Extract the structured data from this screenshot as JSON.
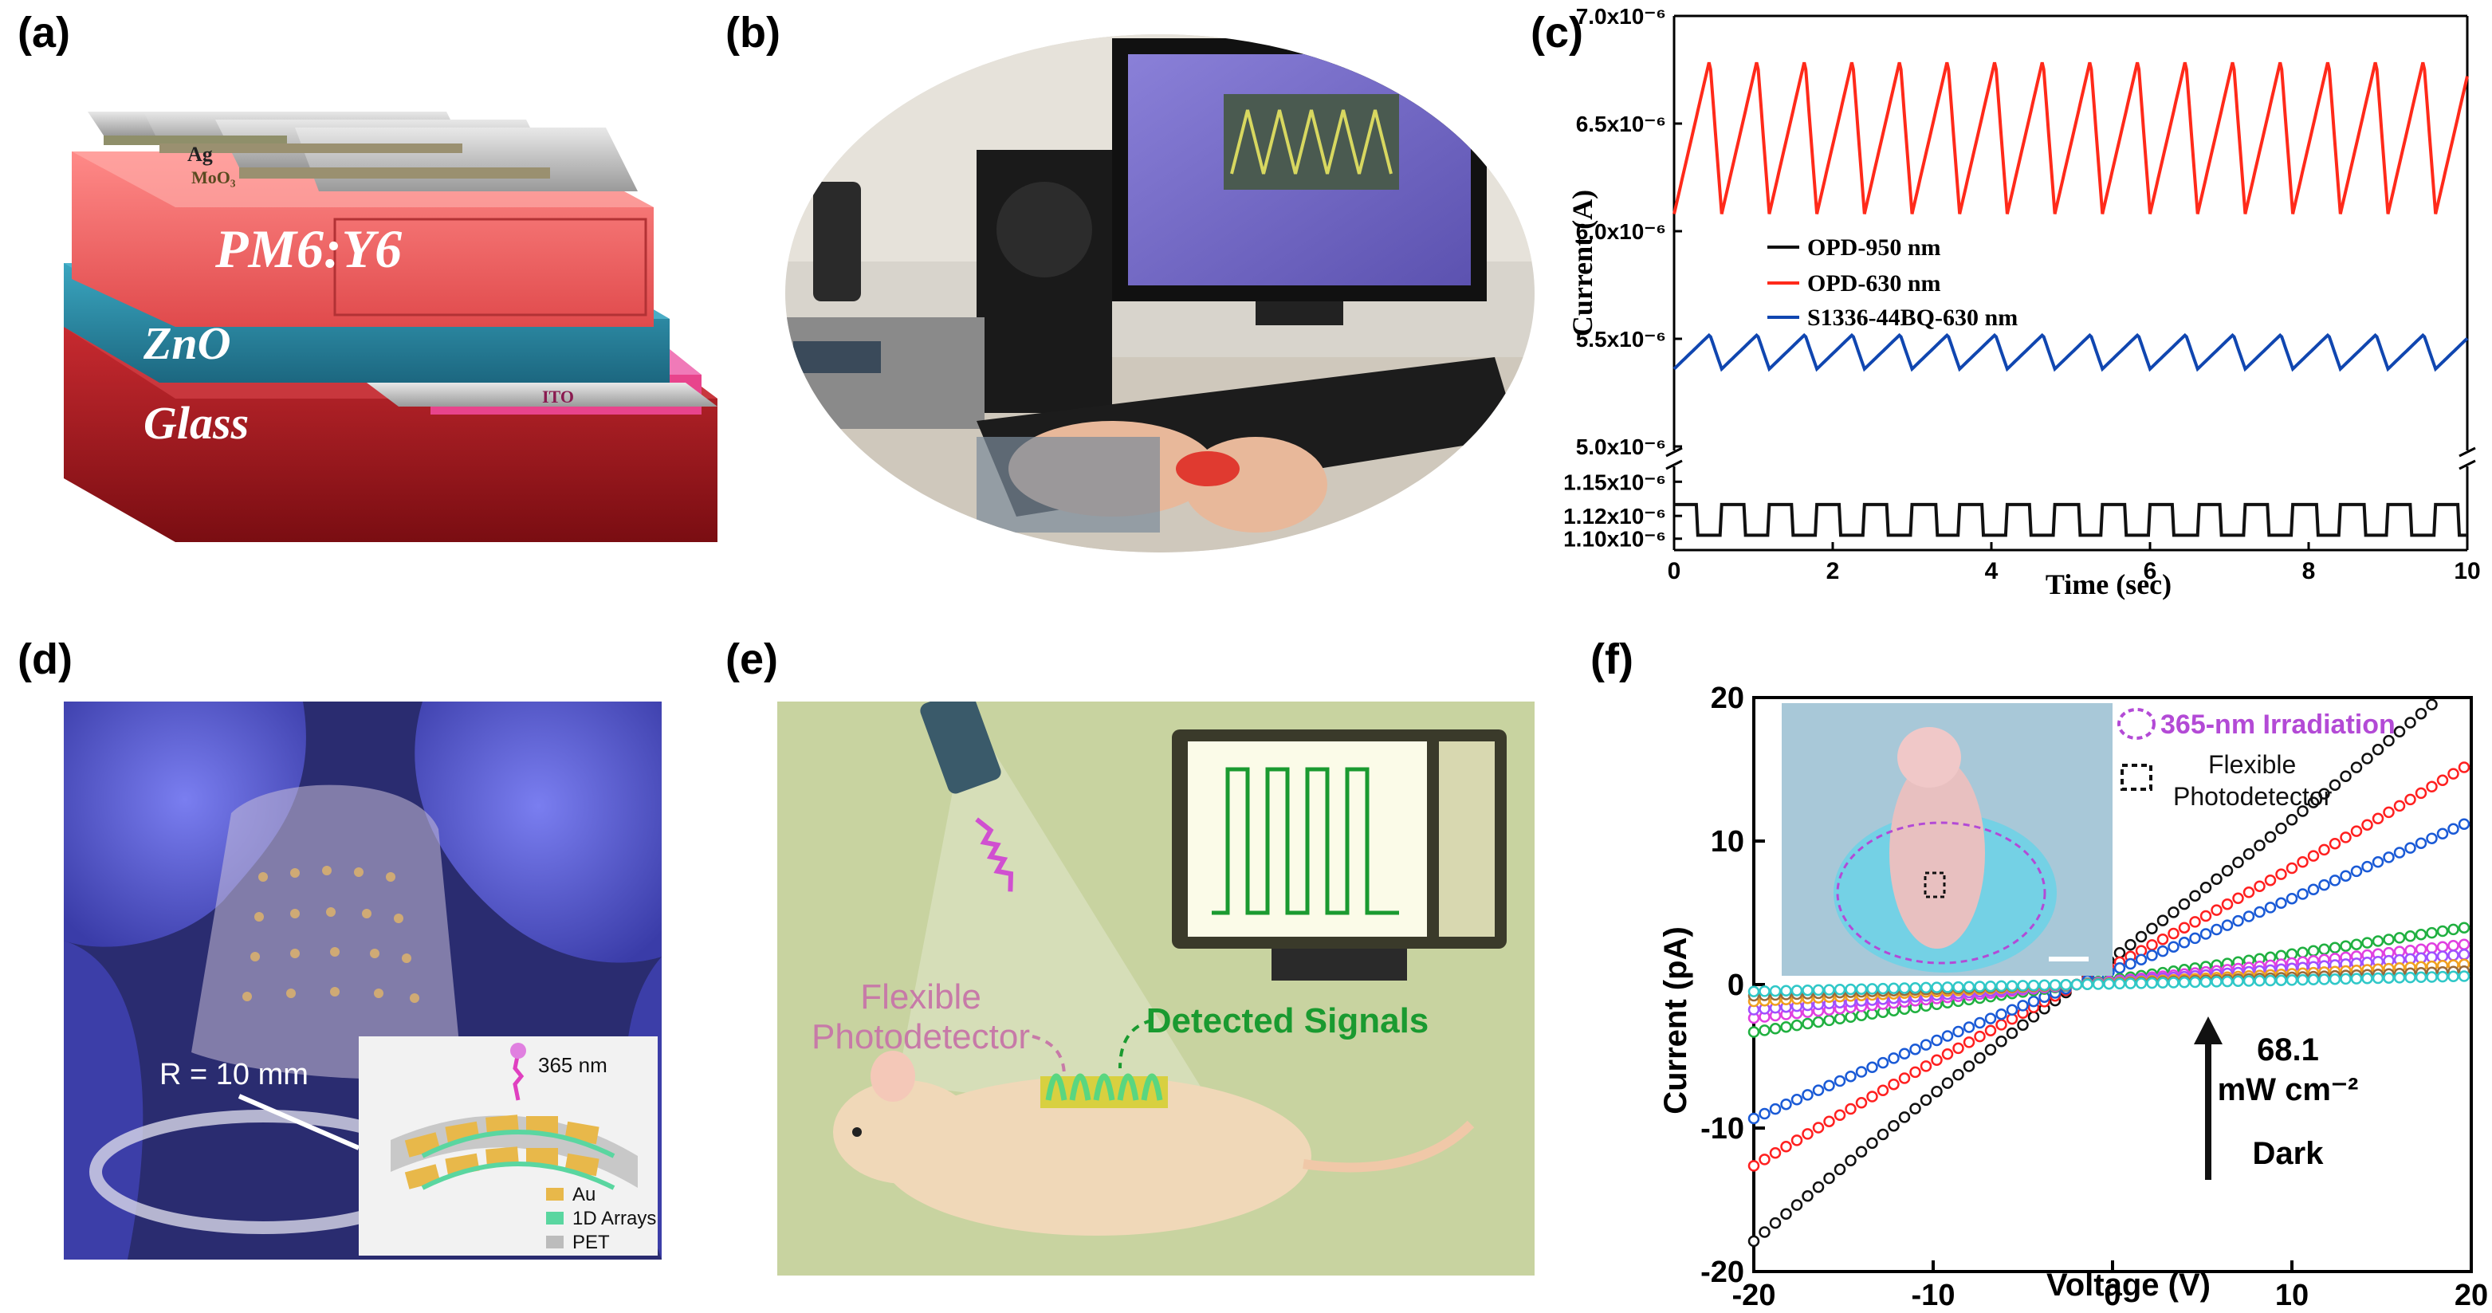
{
  "panels": {
    "a": {
      "label": "(a)",
      "layers": {
        "ag": "Ag",
        "moo3": "MoO₃",
        "active": "PM6:Y6",
        "etl": "ZnO",
        "substrate": "Glass",
        "ito": "ITO"
      },
      "colors": {
        "active": "#f06263",
        "etl": "#2a86a0",
        "substrate": "#a3151c",
        "ito": "#e8448c",
        "electrode": "#b9b9b9"
      }
    },
    "b": {
      "label": "(b)"
    },
    "c": {
      "label": "(c)",
      "ylabel": "Current (A)",
      "xlabel": "Time (sec)",
      "upper_ticks": [
        {
          "v": 5.0,
          "label": "5.0x10⁻⁶"
        },
        {
          "v": 5.5,
          "label": "5.5x10⁻⁶"
        },
        {
          "v": 6.0,
          "label": "6.0x10⁻⁶"
        },
        {
          "v": 6.5,
          "label": "6.5x10⁻⁶"
        },
        {
          "v": 7.0,
          "label": "7.0x10⁻⁶"
        }
      ],
      "lower_ticks": [
        {
          "v": 1.1,
          "label": "1.10x10⁻⁶"
        },
        {
          "v": 1.12,
          "label": "1.12x10⁻⁶"
        },
        {
          "v": 1.15,
          "label": "1.15x10⁻⁶"
        }
      ],
      "x_ticks": [
        "0",
        "2",
        "4",
        "6",
        "8",
        "10"
      ],
      "legend": [
        "OPD-950 nm",
        "OPD-630 nm",
        "S1336-44BQ-630 nm"
      ],
      "colors": {
        "black": "#111111",
        "red": "#ff2a1a",
        "blue": "#1046b0"
      }
    },
    "d": {
      "label": "(d)",
      "radius_label": "R = 10 mm",
      "wavelength": "365 nm",
      "legend": [
        "Au",
        "1D Arrays",
        "PET"
      ],
      "colors": {
        "glove": "#5b5fd6",
        "au": "#e8b84a",
        "arrays": "#5ad6a0",
        "pet": "#bcbcbc"
      }
    },
    "e": {
      "label": "(e)",
      "detector_label_1": "Flexible",
      "detector_label_2": "Photodetector",
      "signal_label": "Detected Signals",
      "colors": {
        "background": "#c8d3a0",
        "mouse": "#f0d8b8",
        "signal": "#1a9a30",
        "detector": "#c77aa8"
      }
    },
    "f": {
      "label": "(f)",
      "xlabel": "Voltage (V)",
      "ylabel": "Current (pA)",
      "x_ticks": [
        "-20",
        "-10",
        "0",
        "10",
        "20"
      ],
      "y_ticks": [
        "-20",
        "-10",
        "0",
        "10",
        "20"
      ],
      "inset_legend_1": "365-nm Irradiation",
      "inset_legend_2a": "Flexible",
      "inset_legend_2b": "Photodetector",
      "arrow_top_1": "68.1",
      "arrow_top_2": "mW cm⁻²",
      "arrow_bottom": "Dark",
      "colors": {
        "irradiation": "#b34ad6"
      }
    }
  },
  "chart_data": [
    {
      "type": "line",
      "panel": "c",
      "xlabel": "Time (sec)",
      "ylabel": "Current (A)",
      "xlim": [
        0,
        10
      ],
      "ylim_upper_segment": [
        5e-06,
        7e-06
      ],
      "ylim_lower_segment": [
        1.09e-06,
        1.16e-06
      ],
      "series": [
        {
          "name": "OPD-630 nm",
          "color": "#ff2a1a",
          "period_sec": 0.6,
          "min": 6.08e-06,
          "max": 6.8e-06
        },
        {
          "name": "S1336-44BQ-630 nm",
          "color": "#1046b0",
          "period_sec": 0.6,
          "min": 5.36e-06,
          "max": 5.52e-06
        },
        {
          "name": "OPD-950 nm",
          "color": "#111111",
          "period_sec": 0.6,
          "min": 1.103e-06,
          "max": 1.13e-06
        }
      ]
    },
    {
      "type": "scatter",
      "panel": "f",
      "xlabel": "Voltage (V)",
      "ylabel": "Current (pA)",
      "xlim": [
        -20,
        20
      ],
      "ylim": [
        -20,
        20
      ],
      "zero_crossing_V": -2,
      "series": [
        {
          "color": "#111111",
          "slope_pA_per_V": 0.92
        },
        {
          "color": "#ff2020",
          "slope_pA_per_V": 0.65
        },
        {
          "color": "#1a5ad6",
          "slope_pA_per_V": 0.48
        },
        {
          "color": "#20b040",
          "slope_pA_per_V": 0.17
        },
        {
          "color": "#e040e0",
          "slope_pA_per_V": 0.12
        },
        {
          "color": "#a050ff",
          "slope_pA_per_V": 0.09
        },
        {
          "color": "#f0a020",
          "slope_pA_per_V": 0.06
        },
        {
          "color": "#9a6a3a",
          "slope_pA_per_V": 0.04
        },
        {
          "color": "#30c8c8",
          "slope_pA_per_V": 0.025
        }
      ]
    }
  ]
}
